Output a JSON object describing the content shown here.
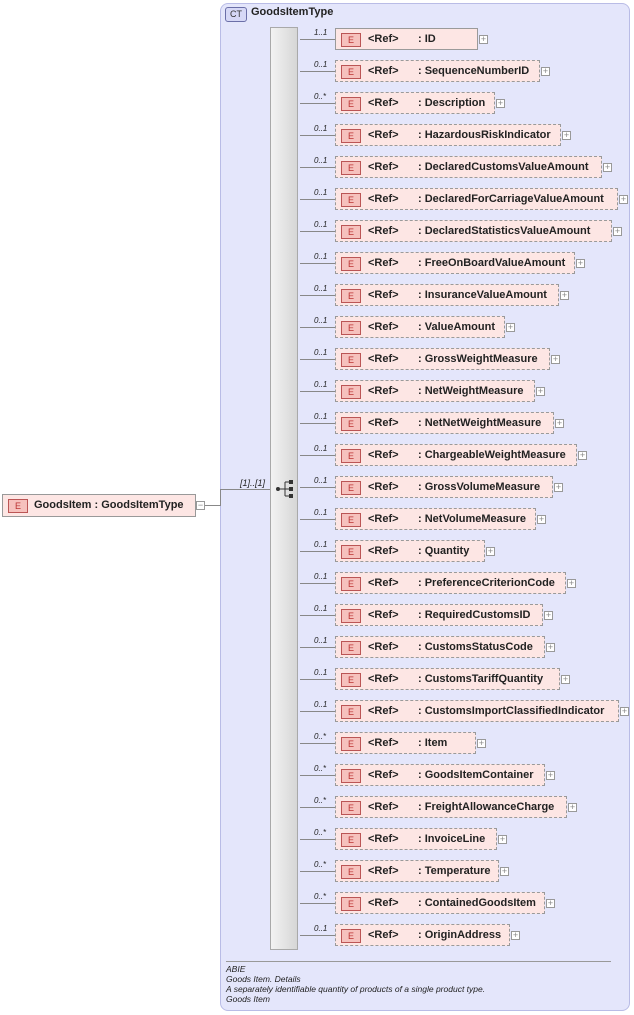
{
  "complex_type": {
    "badge": "CT",
    "name": "GoodsItemType"
  },
  "root": {
    "badge": "E",
    "label": "GoodsItem : GoodsItemType",
    "cardinality": "[1]..[1]",
    "expander": "−"
  },
  "ref_text": "<Ref>",
  "element_badge": "E",
  "expander_symbol": "+",
  "elements": [
    {
      "card": "1..1",
      "name": ": ID",
      "required": true
    },
    {
      "card": "0..1",
      "name": ": SequenceNumberID"
    },
    {
      "card": "0..*",
      "name": ": Description"
    },
    {
      "card": "0..1",
      "name": ": HazardousRiskIndicator"
    },
    {
      "card": "0..1",
      "name": ": DeclaredCustomsValueAmount"
    },
    {
      "card": "0..1",
      "name": ": DeclaredForCarriageValueAmount"
    },
    {
      "card": "0..1",
      "name": ": DeclaredStatisticsValueAmount"
    },
    {
      "card": "0..1",
      "name": ": FreeOnBoardValueAmount"
    },
    {
      "card": "0..1",
      "name": ": InsuranceValueAmount"
    },
    {
      "card": "0..1",
      "name": ": ValueAmount"
    },
    {
      "card": "0..1",
      "name": ": GrossWeightMeasure"
    },
    {
      "card": "0..1",
      "name": ": NetWeightMeasure"
    },
    {
      "card": "0..1",
      "name": ": NetNetWeightMeasure"
    },
    {
      "card": "0..1",
      "name": ": ChargeableWeightMeasure"
    },
    {
      "card": "0..1",
      "name": ": GrossVolumeMeasure"
    },
    {
      "card": "0..1",
      "name": ": NetVolumeMeasure"
    },
    {
      "card": "0..1",
      "name": ": Quantity"
    },
    {
      "card": "0..1",
      "name": ": PreferenceCriterionCode"
    },
    {
      "card": "0..1",
      "name": ": RequiredCustomsID"
    },
    {
      "card": "0..1",
      "name": ": CustomsStatusCode"
    },
    {
      "card": "0..1",
      "name": ": CustomsTariffQuantity"
    },
    {
      "card": "0..1",
      "name": ": CustomsImportClassifiedIndicator"
    },
    {
      "card": "0..*",
      "name": ": Item"
    },
    {
      "card": "0..*",
      "name": ": GoodsItemContainer"
    },
    {
      "card": "0..*",
      "name": ": FreightAllowanceCharge"
    },
    {
      "card": "0..*",
      "name": ": InvoiceLine"
    },
    {
      "card": "0..*",
      "name": ": Temperature"
    },
    {
      "card": "0..*",
      "name": ": ContainedGoodsItem"
    },
    {
      "card": "0..1",
      "name": ": OriginAddress"
    }
  ],
  "annotation": [
    "ABIE",
    "Goods Item. Details",
    "A separately identifiable quantity of products of a single product type.",
    "Goods Item"
  ]
}
